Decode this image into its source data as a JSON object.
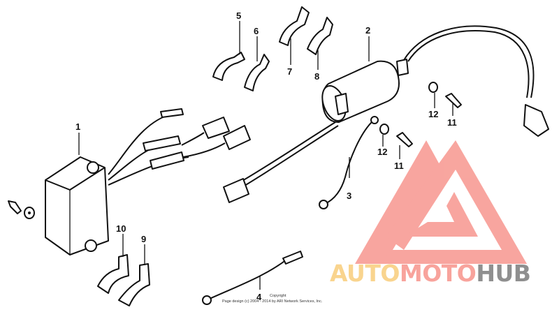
{
  "diagram": {
    "callouts": [
      "1",
      "2",
      "3",
      "4",
      "5",
      "6",
      "7",
      "8",
      "9",
      "10",
      "11",
      "11",
      "12",
      "12"
    ],
    "parts": [
      "ignition-control-module",
      "ignition-coil",
      "ground-wire",
      "ground-wire",
      "clamp",
      "clamp",
      "clamp",
      "clamp",
      "clamp",
      "clamp",
      "bolt",
      "bolt",
      "washer",
      "washer"
    ]
  },
  "copyright": {
    "line1": "Copyright",
    "line2": "Page design (c) 2004 - 2014 by ARI Network Services, Inc."
  },
  "watermark": {
    "part1": "AUTO",
    "part2": "MOTO",
    "part3": "HUB",
    "colors": {
      "auto": "#F9D48E",
      "moto": "#F8A39C",
      "hub": "#8F8F8F",
      "mark": "#F8A39C"
    }
  }
}
